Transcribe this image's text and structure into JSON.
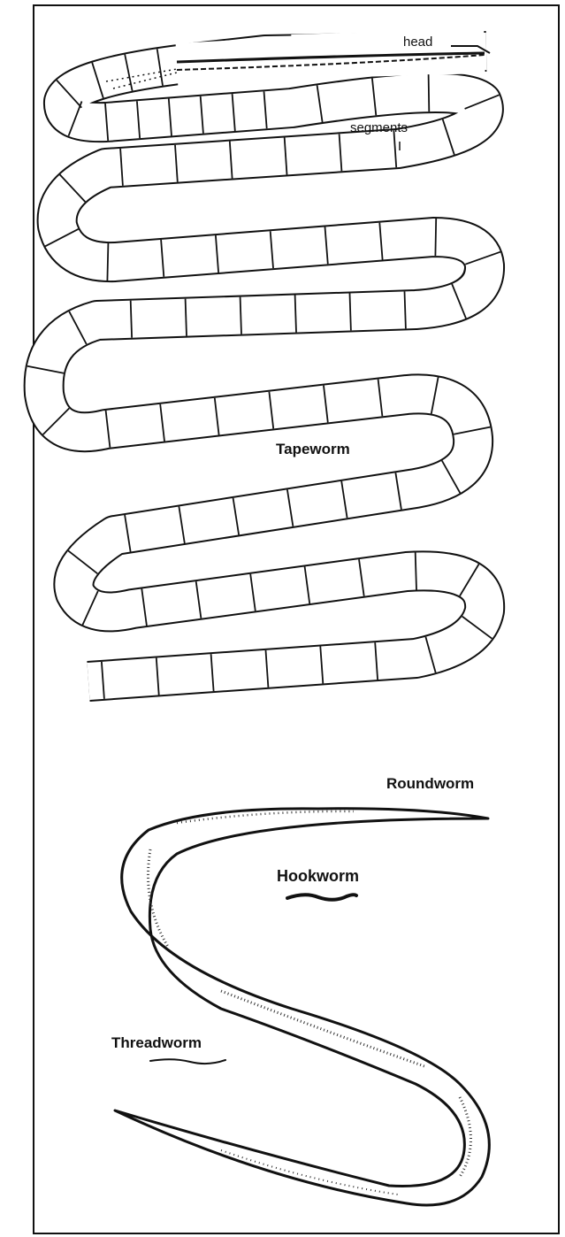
{
  "labels": {
    "head": "head",
    "segments": "segments",
    "tapeworm": "Tapeworm",
    "roundworm": "Roundworm",
    "hookworm": "Hookworm",
    "threadworm": "Threadworm"
  },
  "colors": {
    "ink": "#111111",
    "paper": "#ffffff"
  }
}
